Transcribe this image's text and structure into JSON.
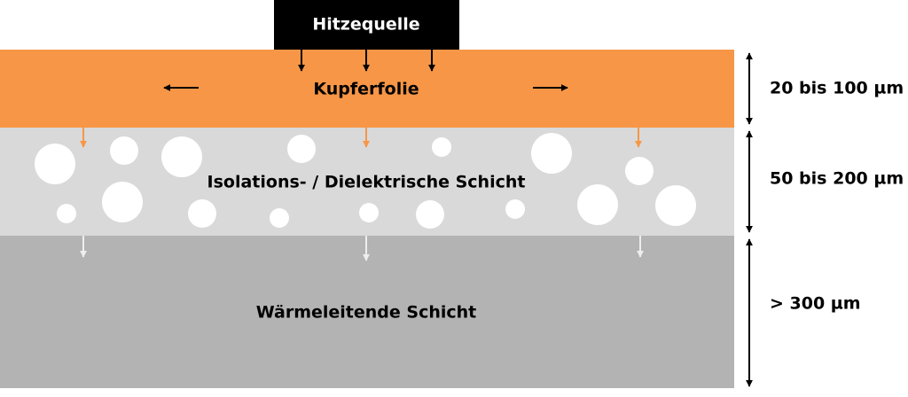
{
  "heat_source": {
    "label": "Hitzequelle",
    "color": "#000000",
    "text_color": "#ffffff"
  },
  "layers": {
    "copper": {
      "label": "Kupferfolie",
      "color": "#f79646",
      "thickness": "20 bis 100 µm"
    },
    "dielectric": {
      "label": "Isolations- / Dielektrische Schicht",
      "color": "#d9d9d9",
      "thickness": "50 bis 200 µm"
    },
    "thermal": {
      "label": "Wärmeleitende Schicht",
      "color": "#b3b3b3",
      "thickness": "> 300 µm"
    }
  },
  "colors": {
    "arrow_dark": "#000000",
    "arrow_orange": "#f79646",
    "arrow_light": "#eeeeee",
    "particle": "#ffffff"
  }
}
